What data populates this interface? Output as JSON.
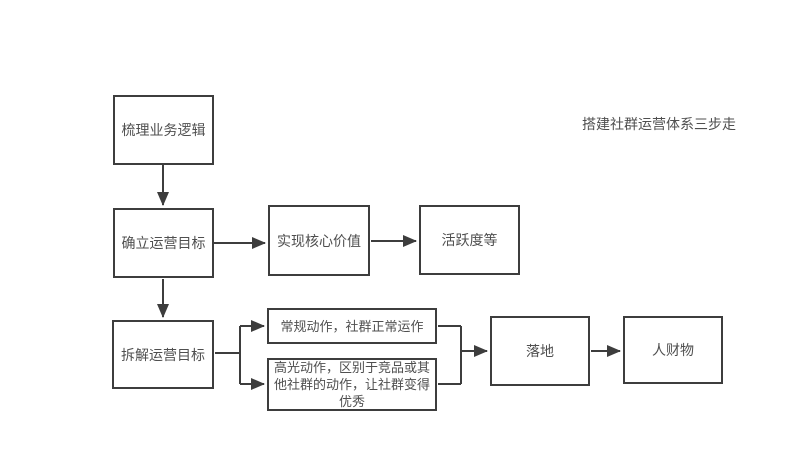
{
  "title": "搭建社群运营体系三步走",
  "nodes": {
    "sort_logic": "梳理业务逻辑",
    "set_goal": "确立运营目标",
    "core_value": "实现核心价值",
    "activity": "活跃度等",
    "decompose_goal": "拆解运营目标",
    "regular_action": "常规动作，社群正常运作",
    "highlight_action": "高光动作，区别于竞品或其他社群的动作，让社群变得优秀",
    "landing": "落地",
    "people_money": "人财物"
  },
  "colors": {
    "line": "#3d3d3d",
    "text": "#4f4f4f",
    "background": "#ffffff"
  }
}
